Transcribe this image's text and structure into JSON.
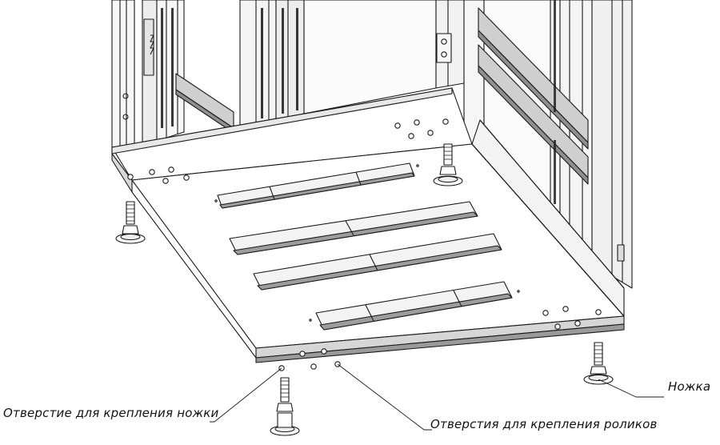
{
  "labels": {
    "foot_hole": "Отверстие для крепления ножки",
    "caster_holes": "Отверстия для крепления роликов",
    "foot": "Ножка"
  },
  "colors": {
    "line": "#1a1a1a",
    "fill_light": "#f4f4f4",
    "fill_mid": "#d9d9d9",
    "fill_dark": "#9a9a9a"
  }
}
